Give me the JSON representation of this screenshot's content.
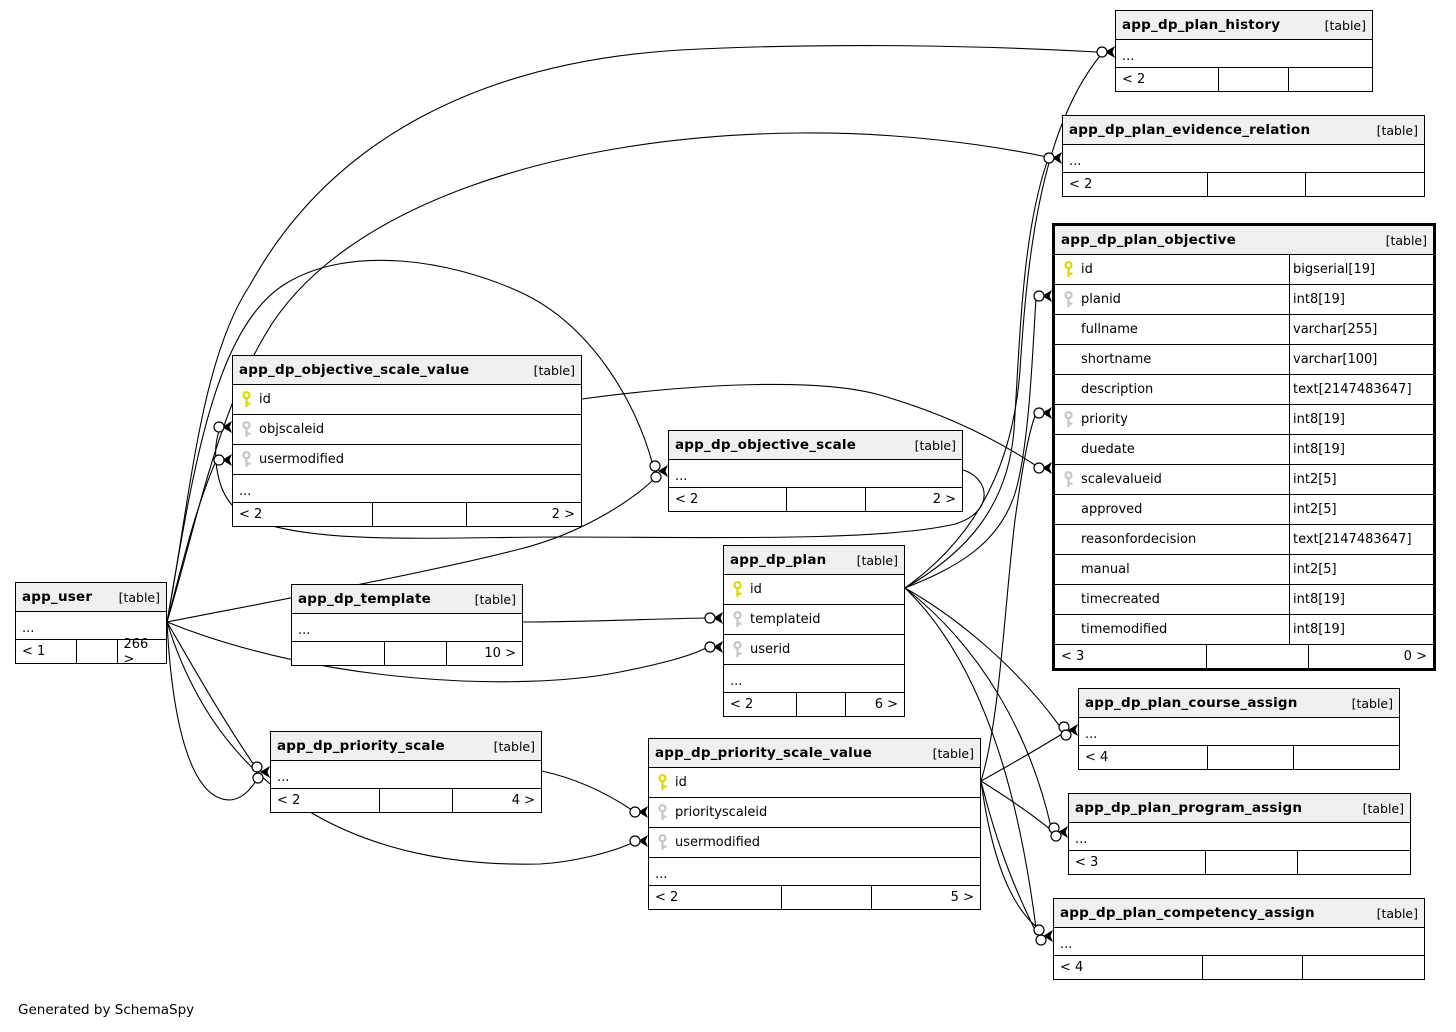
{
  "diagram": {
    "credit": "Generated by SchemaSpy",
    "colors": {
      "pk_key": "#d9d900",
      "fk_key": "#c6c6c6",
      "header_bg": "#f0f0f0",
      "border": "#000000",
      "line": "#000000"
    },
    "icons": {
      "primary_key": "pk-key-icon",
      "foreign_key": "fk-key-icon",
      "child_connector": "crowfoot-connector-icon"
    },
    "tables": [
      {
        "id": "plan_history",
        "title": "app_dp_plan_history",
        "badge": "[table]",
        "ellipsis": "...",
        "footer": {
          "left": "< 2",
          "middle": "",
          "right": ""
        }
      },
      {
        "id": "evidence_relation",
        "title": "app_dp_plan_evidence_relation",
        "badge": "[table]",
        "ellipsis": "...",
        "footer": {
          "left": "< 2",
          "middle": "",
          "right": ""
        }
      },
      {
        "id": "plan_objective",
        "title": "app_dp_plan_objective",
        "badge": "[table]",
        "emphasized": true,
        "rows": [
          {
            "key": "pk",
            "name": "id",
            "type": "bigserial[19]"
          },
          {
            "key": "fk",
            "name": "planid",
            "type": "int8[19]"
          },
          {
            "key": null,
            "name": "fullname",
            "type": "varchar[255]"
          },
          {
            "key": null,
            "name": "shortname",
            "type": "varchar[100]"
          },
          {
            "key": null,
            "name": "description",
            "type": "text[2147483647]"
          },
          {
            "key": "fk",
            "name": "priority",
            "type": "int8[19]"
          },
          {
            "key": null,
            "name": "duedate",
            "type": "int8[19]"
          },
          {
            "key": "fk",
            "name": "scalevalueid",
            "type": "int2[5]"
          },
          {
            "key": null,
            "name": "approved",
            "type": "int2[5]"
          },
          {
            "key": null,
            "name": "reasonfordecision",
            "type": "text[2147483647]"
          },
          {
            "key": null,
            "name": "manual",
            "type": "int2[5]"
          },
          {
            "key": null,
            "name": "timecreated",
            "type": "int8[19]"
          },
          {
            "key": null,
            "name": "timemodified",
            "type": "int8[19]"
          }
        ],
        "footer": {
          "left": "< 3",
          "middle": "",
          "right": "0 >"
        }
      },
      {
        "id": "objective_scale_value",
        "title": "app_dp_objective_scale_value",
        "badge": "[table]",
        "rows": [
          {
            "key": "pk",
            "name": "id"
          },
          {
            "key": "fk",
            "name": "objscaleid"
          },
          {
            "key": "fk",
            "name": "usermodified"
          }
        ],
        "ellipsis": "...",
        "footer": {
          "left": "< 2",
          "middle": "",
          "right": "2 >"
        }
      },
      {
        "id": "objective_scale",
        "title": "app_dp_objective_scale",
        "badge": "[table]",
        "ellipsis": "...",
        "footer": {
          "left": "< 2",
          "middle": "",
          "right": "2 >"
        }
      },
      {
        "id": "plan",
        "title": "app_dp_plan",
        "badge": "[table]",
        "rows": [
          {
            "key": "pk",
            "name": "id"
          },
          {
            "key": "fk",
            "name": "templateid"
          },
          {
            "key": "fk",
            "name": "userid"
          }
        ],
        "ellipsis": "...",
        "footer": {
          "left": "< 2",
          "middle": "",
          "right": "6 >"
        }
      },
      {
        "id": "template",
        "title": "app_dp_template",
        "badge": "[table]",
        "ellipsis": "...",
        "footer": {
          "left": "",
          "middle": "",
          "right": "10 >"
        }
      },
      {
        "id": "user",
        "title": "app_user",
        "badge": "[table]",
        "ellipsis": "...",
        "footer": {
          "left": "< 1",
          "middle": "",
          "right": "266 >"
        }
      },
      {
        "id": "priority_scale",
        "title": "app_dp_priority_scale",
        "badge": "[table]",
        "ellipsis": "...",
        "footer": {
          "left": "< 2",
          "middle": "",
          "right": "4 >"
        }
      },
      {
        "id": "priority_scale_value",
        "title": "app_dp_priority_scale_value",
        "badge": "[table]",
        "rows": [
          {
            "key": "pk",
            "name": "id"
          },
          {
            "key": "fk",
            "name": "priorityscaleid"
          },
          {
            "key": "fk",
            "name": "usermodified"
          }
        ],
        "ellipsis": "...",
        "footer": {
          "left": "< 2",
          "middle": "",
          "right": "5 >"
        }
      },
      {
        "id": "course_assign",
        "title": "app_dp_plan_course_assign",
        "badge": "[table]",
        "ellipsis": "...",
        "footer": {
          "left": "< 4",
          "middle": "",
          "right": ""
        }
      },
      {
        "id": "program_assign",
        "title": "app_dp_plan_program_assign",
        "badge": "[table]",
        "ellipsis": "...",
        "footer": {
          "left": "< 3",
          "middle": "",
          "right": ""
        }
      },
      {
        "id": "competency_assign",
        "title": "app_dp_plan_competency_assign",
        "badge": "[table]",
        "ellipsis": "...",
        "footer": {
          "left": "< 4",
          "middle": "",
          "right": ""
        }
      }
    ]
  }
}
